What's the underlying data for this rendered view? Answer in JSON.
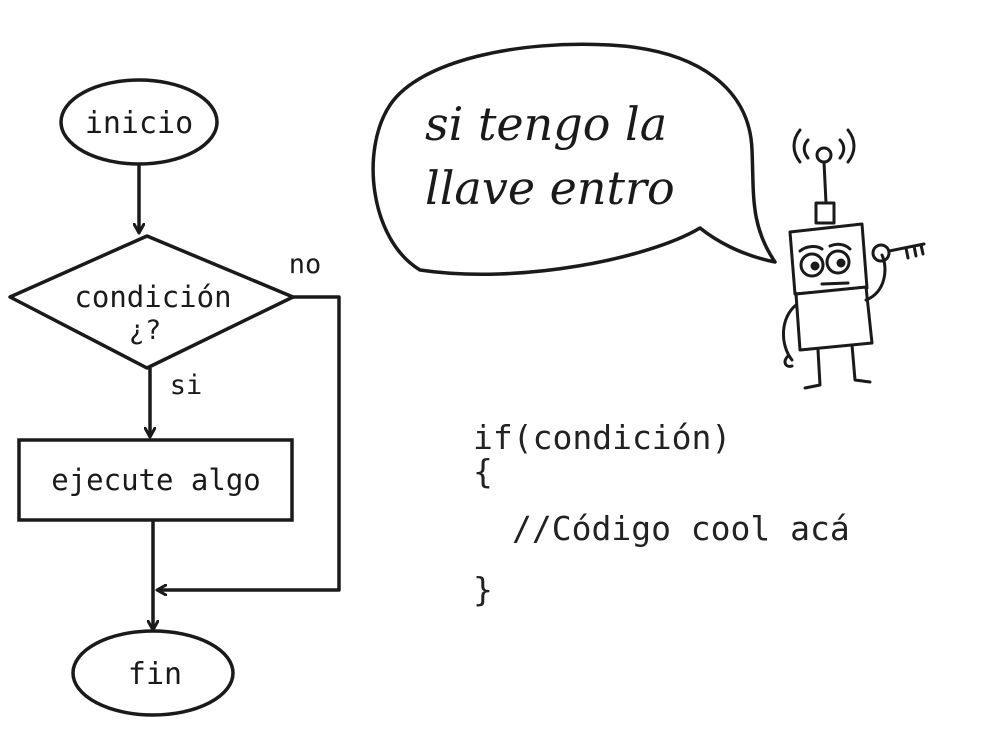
{
  "flowchart": {
    "start_label": "inicio",
    "condition_line1": "condición",
    "condition_line2": "¿?",
    "yes_label": "si",
    "no_label": "no",
    "action_label": "ejecute algo",
    "end_label": "fin"
  },
  "speech": {
    "line1": "si tengo la",
    "line2": "llave entro"
  },
  "code": {
    "line1": "if(condición)",
    "line2": "{",
    "line3": "//Código cool acá",
    "line4": "}"
  },
  "illustration": {
    "robot": "robot-with-key-icon",
    "key": "key-icon"
  },
  "colors": {
    "ink": "#1a1a1a",
    "background": "#ffffff"
  }
}
